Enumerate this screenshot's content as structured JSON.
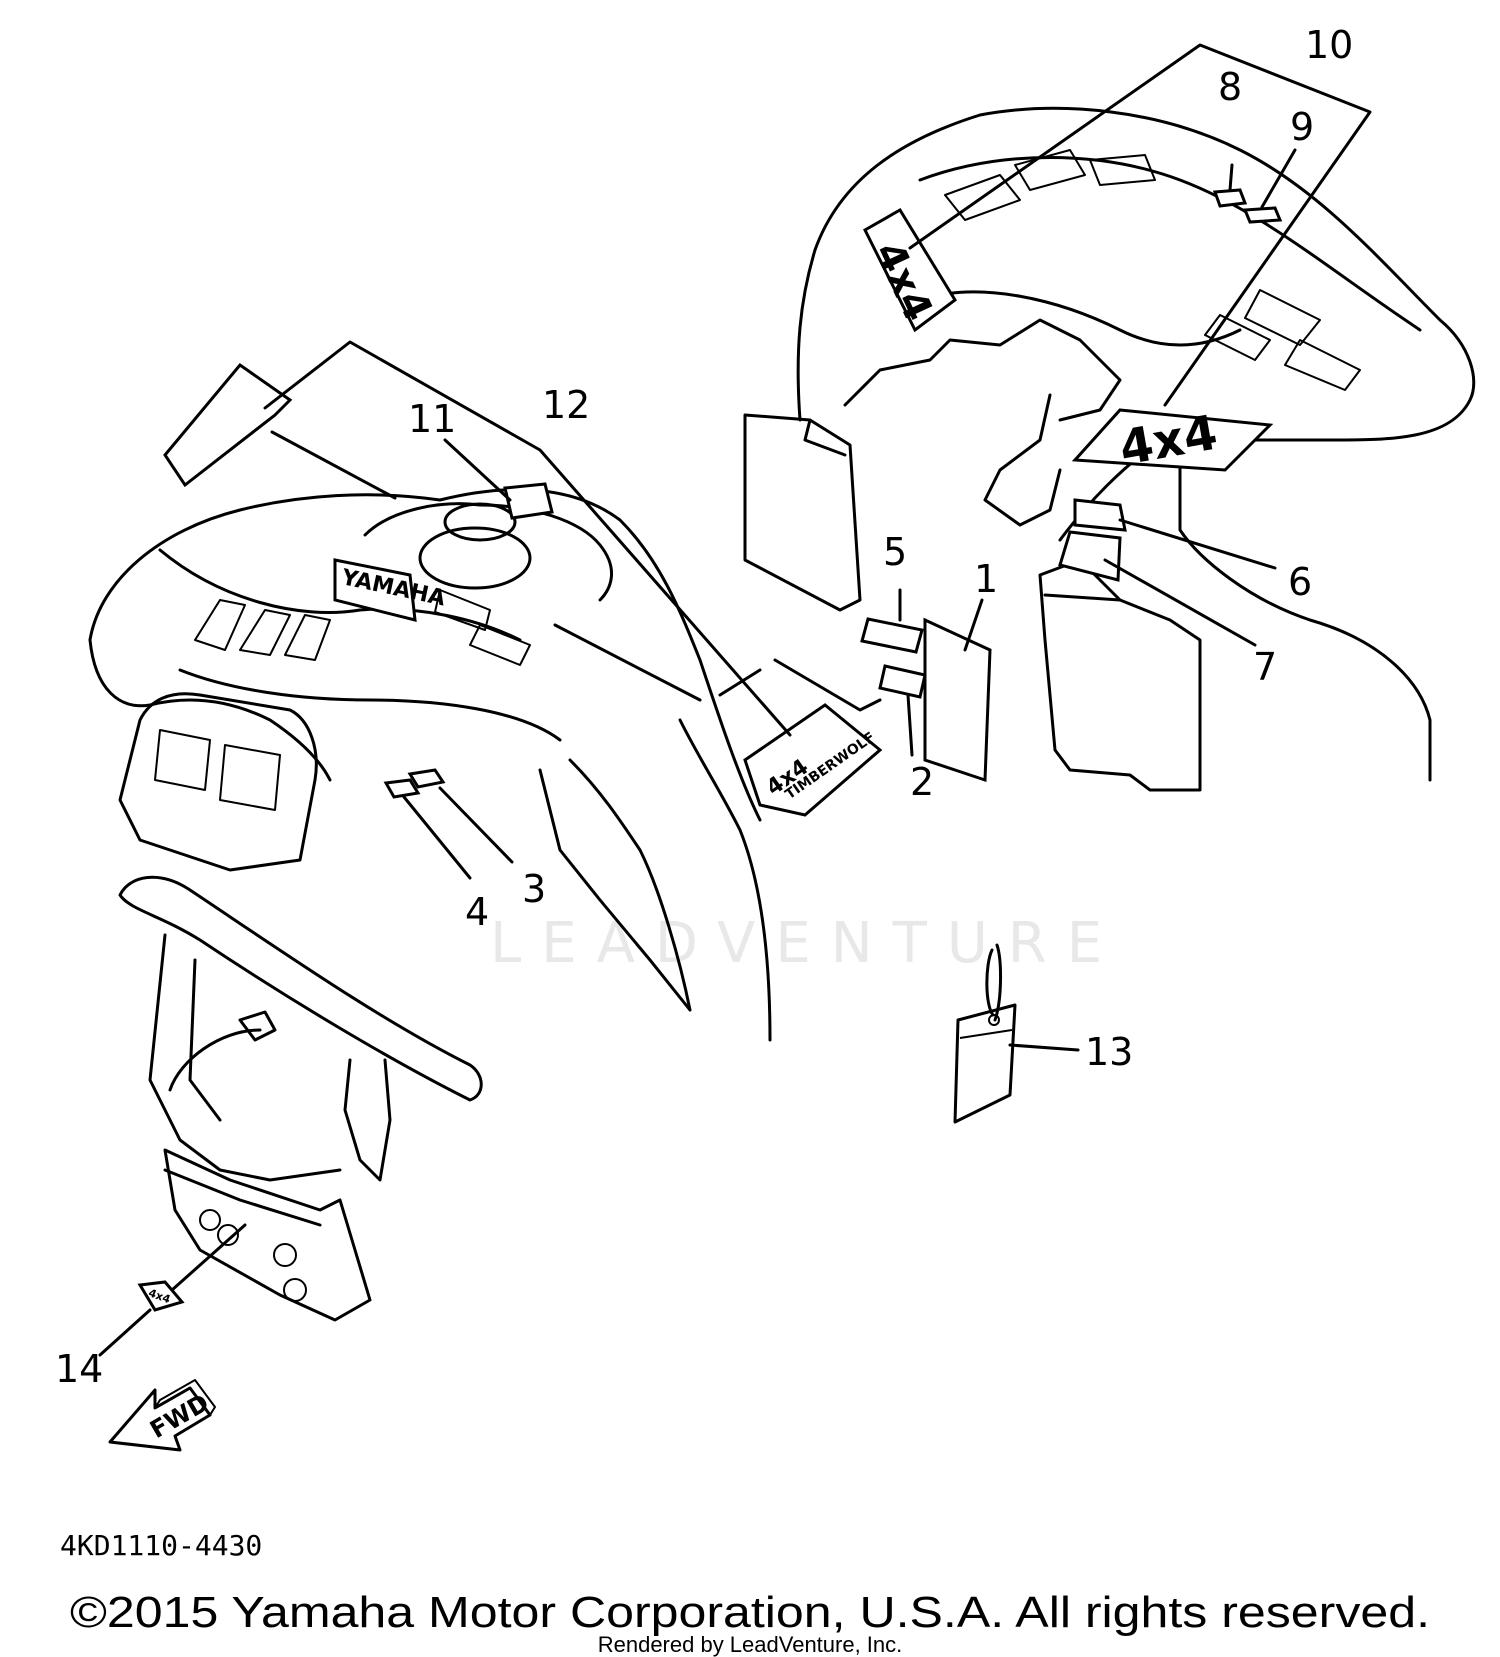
{
  "diagram": {
    "callouts": [
      "1",
      "2",
      "3",
      "4",
      "5",
      "6",
      "7",
      "8",
      "9",
      "10",
      "11",
      "12",
      "13",
      "14"
    ],
    "decals": {
      "yamaha": "YAMAHA",
      "rear_left_4x4": "4x4",
      "rear_right_4x4": "4x4",
      "timberwolf_top": "4x4",
      "timberwolf_bottom": "TIMBERWOLF",
      "small_4x4": "4x4",
      "fwd": "FWD"
    },
    "watermark": "LEADVENTURE",
    "part_number": "4KD1110-4430"
  },
  "footer": {
    "copyright": "©2015 Yamaha Motor Corporation, U.S.A. All rights reserved.",
    "rendered_by": "Rendered by LeadVenture, Inc."
  }
}
